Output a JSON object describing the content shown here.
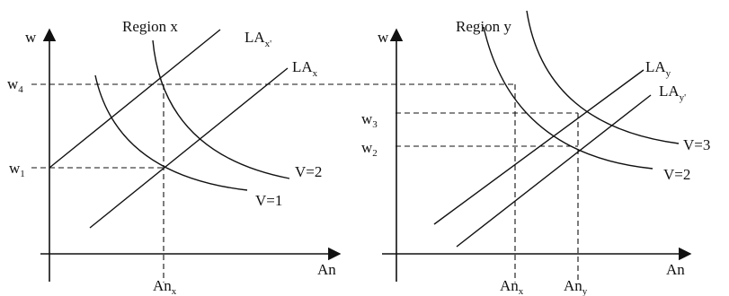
{
  "left_panel": {
    "y_axis_label": "w",
    "x_axis_label": "An",
    "region_title": "Region x",
    "line_upper": {
      "base": "LA",
      "subscript": "x'"
    },
    "line_lower": {
      "base": "LA",
      "subscript": "x"
    },
    "curve_outer": "V=2",
    "curve_inner": "V=1",
    "wage_high": {
      "base": "w",
      "subscript": "4"
    },
    "wage_low": {
      "base": "w",
      "subscript": "1"
    },
    "an_tick": {
      "base": "An",
      "subscript": "x"
    }
  },
  "right_panel": {
    "y_axis_label": "w",
    "x_axis_label": "An",
    "region_title": "Region y",
    "line_upper": {
      "base": "LA",
      "subscript": "y"
    },
    "line_lower": {
      "base": "LA",
      "subscript": "y'"
    },
    "curve_outer": "V=3",
    "curve_inner": "V=2",
    "wage_high": {
      "base": "w",
      "subscript": "3"
    },
    "wage_low": {
      "base": "w",
      "subscript": "2"
    },
    "an_tick_left": {
      "base": "An",
      "subscript": "x"
    },
    "an_tick_right": {
      "base": "An",
      "subscript": "y"
    }
  }
}
